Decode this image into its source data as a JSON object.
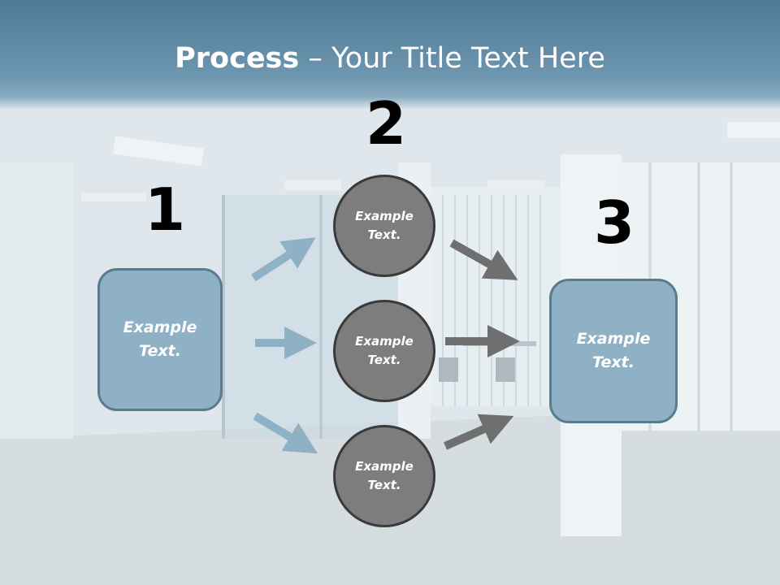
{
  "title": {
    "bold": "Process",
    "rest": " – Your Title Text Here"
  },
  "steps": [
    {
      "number": "1",
      "text_line1": "Example",
      "text_line2": "Text."
    },
    {
      "number": "2",
      "items": [
        {
          "line1": "Example",
          "line2": "Text."
        },
        {
          "line1": "Example",
          "line2": "Text."
        },
        {
          "line1": "Example",
          "line2": "Text."
        }
      ]
    },
    {
      "number": "3",
      "text_line1": "Example",
      "text_line2": "Text."
    }
  ],
  "colors": {
    "box_fill": "#8fb1c6",
    "box_border": "#5a7a8e",
    "circle_fill": "#7d7d7d",
    "circle_border": "#3a3a3a",
    "arrow_blue": "#8fb1c6",
    "arrow_gray": "#6f6f6f"
  }
}
